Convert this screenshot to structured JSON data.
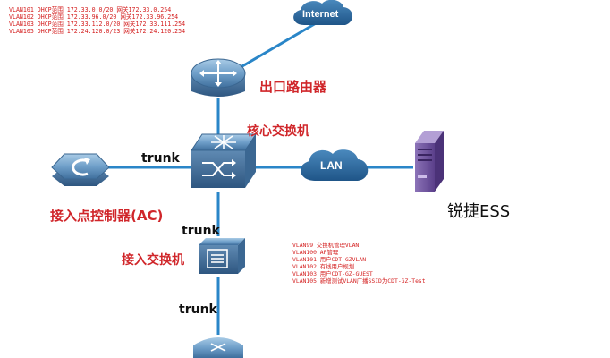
{
  "dhcp_notes": [
    "VLAN101 DHCP范围 172.33.0.0/20 网关172.33.0.254",
    "VLAN102 DHCP范围 172.33.96.0/20 网关172.33.96.254",
    "VLAN103 DHCP范围 172.33.112.0/20 网关172.33.111.254",
    "VLAN105 DHCP范围 172.24.120.0/23 网关172.24.120.254"
  ],
  "vlan_notes": [
    "VLAN99  交换机管理VLAN",
    "VLAN100 AP管理",
    "VLAN101 用户CDT-GZVLAN",
    "VLAN102 有线用户规划",
    "VLAN103 用户CDT-GZ-GUEST",
    "VLAN105 新增测试VLAN广播SSID为CDT-GZ-Test"
  ],
  "nodes": {
    "internet": "Internet",
    "exit_router": "出口路由器",
    "core_switch": "核心交换机",
    "lan": "LAN",
    "ess": "锐捷ESS",
    "ac": "接入点控制器(AC)",
    "access_switch": "接入交换机"
  },
  "links": {
    "trunk_ac": "trunk",
    "trunk_access": "trunk",
    "trunk_ap": "trunk"
  },
  "colors": {
    "link": "#2a86c8",
    "label_red": "#d0262a",
    "note_red": "#d42020",
    "device_blue": "#5a8fbd",
    "cloud_blue": "#2f6fa6",
    "server_purple": "#6b4f9c"
  }
}
